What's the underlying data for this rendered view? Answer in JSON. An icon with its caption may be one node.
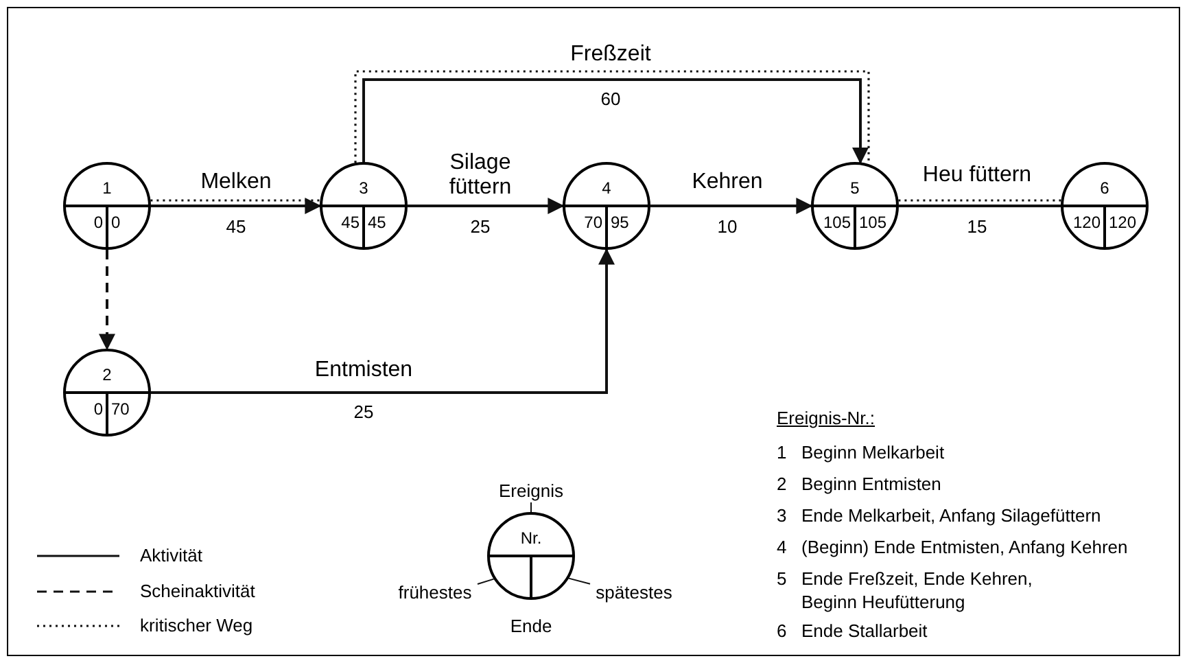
{
  "diagram": {
    "nodes": [
      {
        "text": [
          "1",
          "0",
          "0"
        ]
      },
      {
        "text": [
          "3",
          "45",
          "45"
        ]
      },
      {
        "text": [
          "4",
          "70",
          "95"
        ]
      },
      {
        "text": [
          "5",
          "105",
          "105"
        ]
      },
      {
        "text": [
          "6",
          "120",
          "120"
        ]
      },
      {
        "text": [
          "2",
          "0",
          "70"
        ]
      },
      {
        "text": [
          "Ereignis"
        ]
      },
      {
        "text": [
          "Nr."
        ]
      },
      {
        "text": [
          "frühestes"
        ]
      },
      {
        "text": [
          "spätestes"
        ]
      }
    ],
    "edges": [
      {
        "from": 0,
        "to": 1,
        "arrow": "to",
        "label": "Melken"
      },
      {
        "from": 1,
        "to": 2,
        "arrow": "to",
        "label": "Silage füttern"
      },
      {
        "from": 2,
        "to": 3,
        "arrow": "to",
        "label": "Kehren"
      },
      {
        "from": 1,
        "to": 3,
        "arrow": "to",
        "label": "Freßzeit"
      },
      {
        "from": 3,
        "to": 4,
        "arrow": "none",
        "label": "Heu füttern"
      },
      {
        "from": 0,
        "to": 5,
        "arrow": "to",
        "style": "dashed"
      },
      {
        "from": 5,
        "to": 2,
        "arrow": "to",
        "label": "Entmisten"
      },
      {
        "from": 0,
        "to": 1,
        "arrow": "none",
        "style": "dashed"
      },
      {
        "from": 1,
        "to": 3,
        "arrow": "none",
        "style": "dashed"
      },
      {
        "from": 3,
        "to": 4,
        "arrow": "none",
        "style": "dashed"
      },
      {
        "from": 6,
        "to": 7,
        "arrow": "none"
      },
      {
        "from": 8,
        "to": 7,
        "arrow": "none"
      },
      {
        "from": 9,
        "to": 7,
        "arrow": "none"
      }
    ],
    "labels": [
      "60",
      "45",
      "25",
      "10",
      "15",
      "25",
      "Ereignis-Nr.:",
      "1",
      "Beginn Melkarbeit",
      "2",
      "Beginn Entmisten",
      "3",
      "Ende Melkarbeit, Anfang Silagefüttern",
      "4",
      "(Beginn) Ende Entmisten, Anfang Kehren",
      "5",
      "Ende Freßzeit, Ende Kehren, Beginn Heufütterung",
      "Ende",
      "6",
      "Ende Stallarbeit"
    ],
    "legend": [
      {
        "text": "Aktivität"
      },
      {
        "text": "Scheinaktivität"
      },
      {
        "text": "kritischer Weg"
      }
    ]
  }
}
